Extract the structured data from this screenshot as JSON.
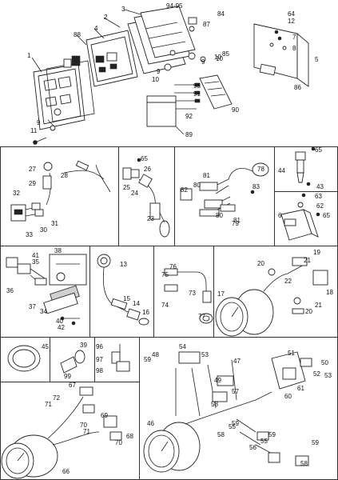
{
  "sections": {
    "main": {
      "labels": [
        "1",
        "2",
        "3",
        "94-95",
        "84",
        "87",
        "88",
        "4",
        "10",
        "9",
        "10",
        "85",
        "9",
        "10",
        "11",
        "9",
        "64",
        "12",
        "7",
        "8",
        "5",
        "86",
        "93",
        "91",
        "92",
        "90",
        "89"
      ]
    },
    "harness": {
      "labels": [
        "27",
        "28",
        "29",
        "32",
        "31",
        "30",
        "33"
      ]
    },
    "switch": {
      "labels": [
        "65",
        "26",
        "25",
        "24",
        "23"
      ]
    },
    "wiring": {
      "labels": [
        "78",
        "81",
        "80",
        "82",
        "83",
        "80",
        "81",
        "79"
      ]
    },
    "relay": {
      "labels": [
        "65",
        "44",
        "43"
      ]
    },
    "box": {
      "labels": [
        "63",
        "62",
        "65",
        "6"
      ]
    },
    "sender": {
      "labels": [
        "41",
        "35",
        "38",
        "36",
        "37",
        "34",
        "40",
        "42"
      ]
    },
    "probe": {
      "labels": [
        "13",
        "15",
        "14",
        "16"
      ]
    },
    "lamp": {
      "labels": [
        "76",
        "75",
        "74",
        "73",
        "77"
      ]
    },
    "tach": {
      "labels": [
        "19",
        "20",
        "21",
        "22",
        "18",
        "17",
        "21",
        "20"
      ]
    },
    "bezel": {
      "labels": [
        "45"
      ]
    },
    "bulb": {
      "labels": [
        "39",
        "99"
      ]
    },
    "socket": {
      "labels": [
        "96",
        "97",
        "98"
      ]
    },
    "gauge_set_left": {
      "labels": [
        "67",
        "72",
        "71",
        "69",
        "70",
        "71",
        "70",
        "68",
        "66"
      ]
    },
    "gauge_set_right": {
      "labels": [
        "54",
        "48",
        "53",
        "59",
        "47",
        "49",
        "57",
        "58",
        "51",
        "50",
        "52",
        "53",
        "61",
        "60",
        "46",
        "55",
        "59",
        "58",
        "56",
        "59",
        "55",
        "58",
        "59"
      ]
    }
  }
}
